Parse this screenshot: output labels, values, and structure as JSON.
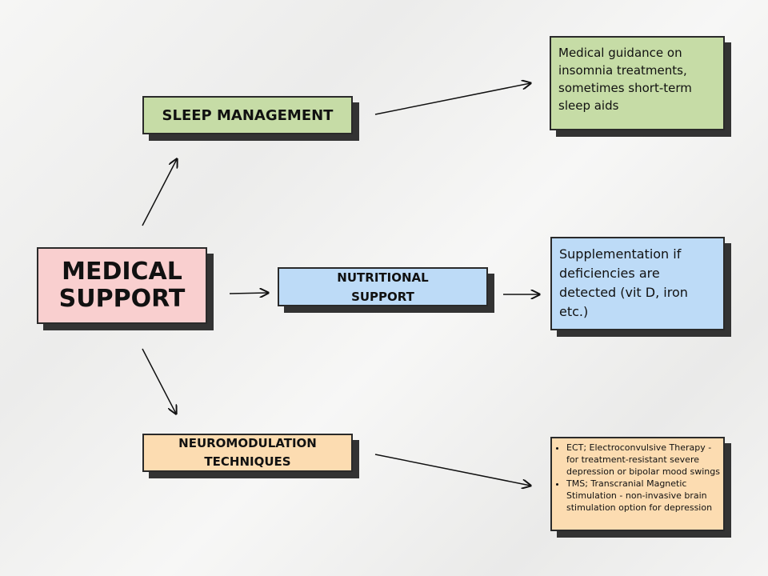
{
  "main": {
    "title": "MEDICAL SUPPORT",
    "color": "#f9cfcf"
  },
  "branches": [
    {
      "label": "SLEEP MANAGEMENT",
      "color": "#c6dca6",
      "detail": "Medical guidance on insomnia treatments, sometimes short-term sleep aids"
    },
    {
      "label": "NUTRITIONAL SUPPORT",
      "color": "#bddbf7",
      "detail": "Supplementation if deficiencies are detected (vit D, iron etc.)"
    },
    {
      "label": "NEUROMODULATION TECHNIQUES",
      "color": "#fcdcb1",
      "bullets": [
        "ECT; Electroconvulsive Therapy - for treatment-resistant severe depression or bipolar mood swings",
        "TMS; Transcranial Magnetic Stimulation - non-invasive brain stimulation option for depression"
      ]
    }
  ]
}
